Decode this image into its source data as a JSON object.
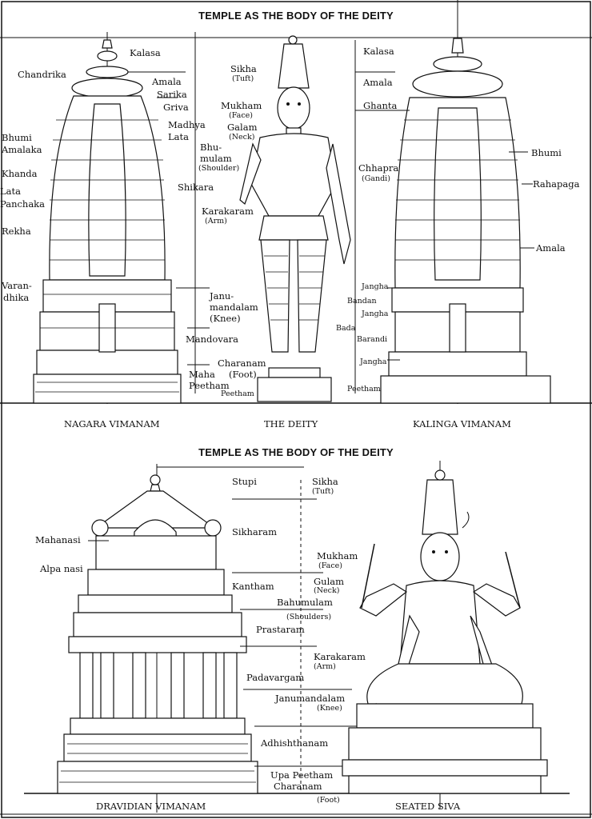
{
  "top": {
    "heading": "TEMPLE AS THE BODY OF THE DEITY",
    "captions": {
      "left": "NAGARA VIMANAM",
      "center": "THE DEITY",
      "right": "KALINGA VIMANAM"
    },
    "nagara_labels": {
      "kalasa": "Kalasa",
      "chandrika": "Chandrika",
      "amala": "Amala",
      "sarika": "Sarika",
      "griva": "Griva",
      "madhya": "Madhya",
      "lata": "Lata",
      "bhumi": "Bhumi",
      "amalaka": "Amalaka",
      "khanda": "Khanda",
      "lata2": "Lata",
      "panchaka": "Panchaka",
      "rekha": "Rekha",
      "varan": "Varan-",
      "dhika": "dhika",
      "shikara": "Shikara",
      "mandovara": "Mandovara",
      "maha": "Maha",
      "peetham": "Peetham"
    },
    "deity_labels": {
      "sikha": "Sikha",
      "tuft": "(Tuft)",
      "mukham": "Mukham",
      "face": "(Face)",
      "galam": "Galam",
      "neck": "(Neck)",
      "bhu": "Bhu-",
      "mulam": "mulam",
      "shoulder": "(Shoulder)",
      "karakaram": "Karakaram",
      "arm": "(Arm)",
      "janu": "Janu-",
      "mandalam": "mandalam",
      "knee": "(Knee)",
      "charanam": "Charanam",
      "foot": "(Foot)",
      "peetham": "Peetham"
    },
    "kalinga_labels": {
      "kalasa": "Kalasa",
      "amala": "Amala",
      "ghanta": "Ghanta",
      "chhapra": "Chhapra",
      "gandi": "(Gandi)",
      "bhumi": "Bhumi",
      "rahapaga": "Rahapaga",
      "amala2": "Amala",
      "jangha": "Jangha",
      "bandan": "Bandan",
      "jangha2": "Jangha",
      "bada": "Bada",
      "barandi": "Barandi",
      "jangha3": "Jangha",
      "peetham": "Peetham"
    }
  },
  "bottom": {
    "heading": "TEMPLE AS THE BODY OF THE DEITY",
    "captions": {
      "left": "DRAVIDIAN VIMANAM",
      "right": "SEATED SIVA"
    },
    "temple_labels": {
      "stupi": "Stupi",
      "mahanasi": "Mahanasi",
      "alpa_nasi": "Alpa nasi",
      "sikharam": "Sikharam",
      "kantham": "Kantham",
      "prastaram": "Prastaram",
      "padavargam": "Padavargam",
      "adhishthanam": "Adhishthanam",
      "upa_peetham": "Upa Peetham"
    },
    "siva_labels": {
      "sikha": "Sikha",
      "tuft": "(Tuft)",
      "mukham": "Mukham",
      "face": "(Face)",
      "gulam": "Gulam",
      "neck": "(Neck)",
      "bahumulam": "Bahumulam",
      "shoulders": "(Shoulders)",
      "karakaram": "Karakaram",
      "arm": "(Arm)",
      "janumandalam": "Janumandalam",
      "knee": "(Knee)",
      "charanam": "Charanam",
      "foot": "(Foot)"
    }
  }
}
